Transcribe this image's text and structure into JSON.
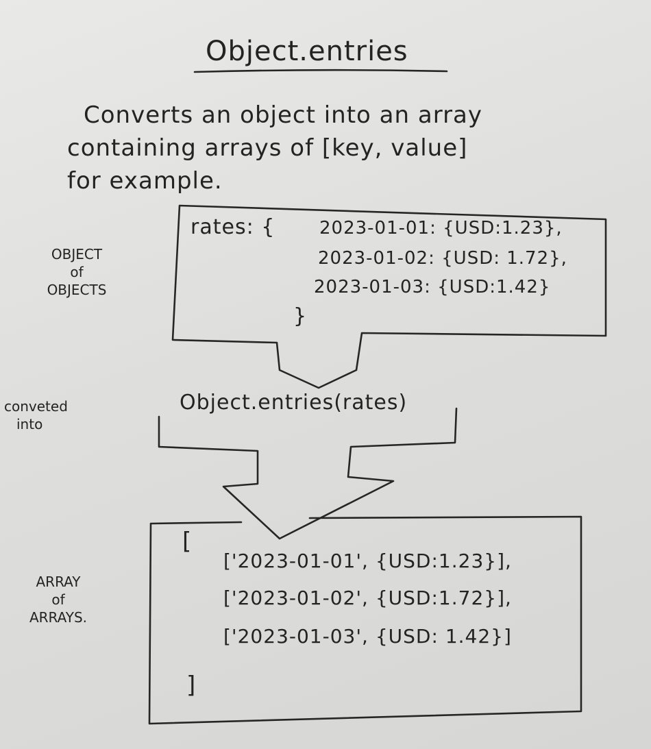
{
  "title": "Object.entries",
  "intro": {
    "line1": "Converts an object into an array",
    "line2": "containing arrays of [key, value]",
    "line3": "for example."
  },
  "labels": {
    "object_of_objects": [
      "OBJECT",
      "of",
      "OBJECTS"
    ],
    "converted_into": [
      "conveted",
      "into"
    ],
    "array_of_arrays": [
      "ARRAY",
      "of",
      "ARRAYS."
    ]
  },
  "object_box": {
    "open": "rates: {",
    "rows": [
      "2023-01-01: {USD:1.23},",
      "2023-01-02: {USD: 1.72},",
      "2023-01-03: {USD:1.42}"
    ],
    "close": "}"
  },
  "arrow_label": "Object.entries(rates)",
  "array_box": {
    "open": "[",
    "rows": [
      "['2023-01-01', {USD:1.23}],",
      "['2023-01-02', {USD:1.72}],",
      "['2023-01-03', {USD: 1.42}]"
    ],
    "close": "]"
  }
}
